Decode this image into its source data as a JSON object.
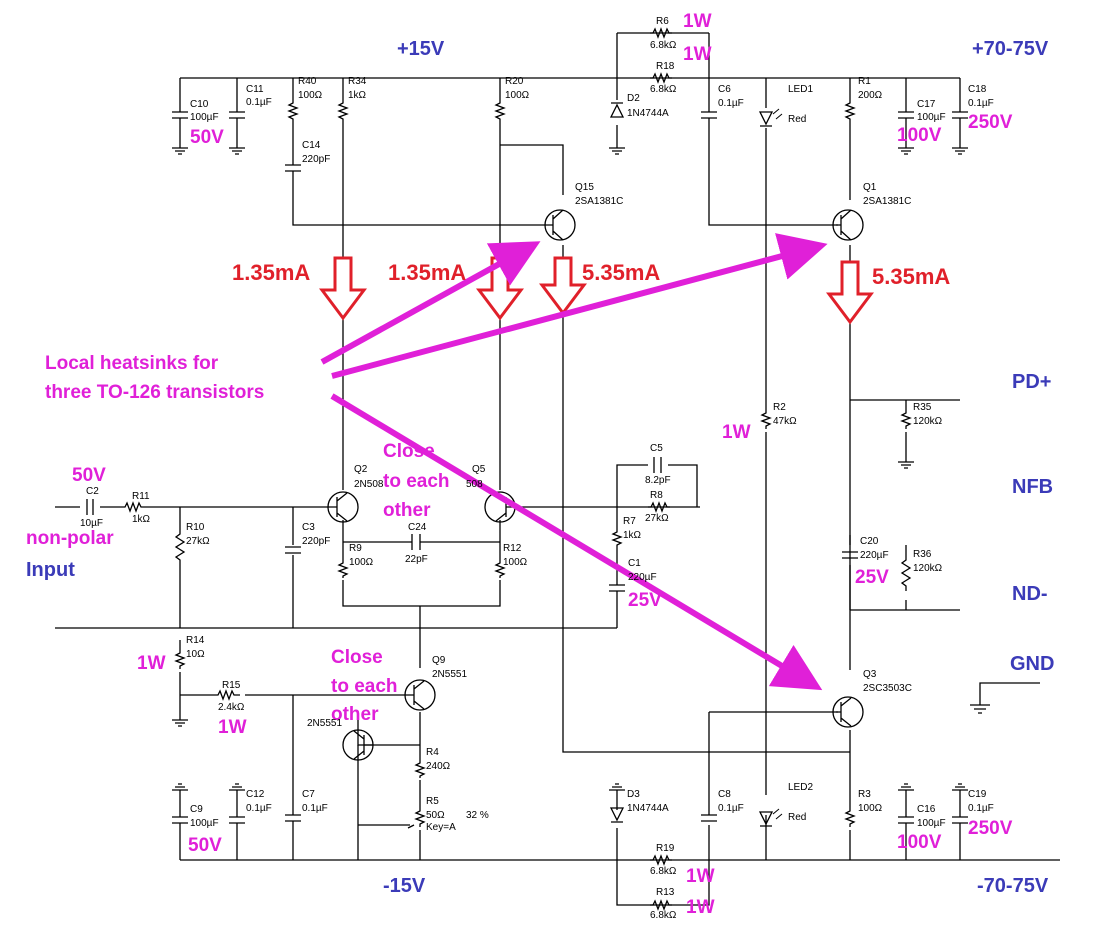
{
  "rails": {
    "pos15": "+15V",
    "neg15": "-15V",
    "pos70": "+70-75V",
    "neg70": "-70-75V",
    "pd": "PD+",
    "nfb": "NFB",
    "nd": "ND-",
    "gnd": "GND",
    "input": "Input"
  },
  "currents": [
    "1.35mA",
    "1.35mA",
    "5.35mA",
    "5.35mA"
  ],
  "notes": {
    "heatsink1": "Local heatsinks for",
    "heatsink2": "three TO-126 transistors",
    "close1a": "Close",
    "close1b": "to each",
    "close1c": "other",
    "close2a": "Close",
    "close2b": "to each",
    "close2c": "other",
    "nonpolar": "non-polar"
  },
  "ratings": {
    "c10": "50V",
    "c9": "50V",
    "c2": "50V",
    "c17": "100V",
    "c18": "250V",
    "c16": "100V",
    "c19": "250V",
    "c20": "25V",
    "c1": "25V",
    "r6": "1W",
    "r18": "1W",
    "r19": "1W",
    "r13": "1W",
    "r2": "1W",
    "r14": "1W",
    "r15": "1W"
  },
  "components": {
    "c10_name": "C10",
    "c10_val": "100µF",
    "c11_name": "C11",
    "c11_val": "0.1µF",
    "r40_name": "R40",
    "r40_val": "100Ω",
    "r34_name": "R34",
    "r34_val": "1kΩ",
    "c14_name": "C14",
    "c14_val": "220pF",
    "r20_name": "R20",
    "r20_val": "100Ω",
    "r6_name": "R6",
    "r6_val": "6.8kΩ",
    "r18_name": "R18",
    "r18_val": "6.8kΩ",
    "d2_name": "D2",
    "d2_val": "1N4744A",
    "c6_name": "C6",
    "c6_val": "0.1µF",
    "led1_name": "LED1",
    "led1_val": "Red",
    "r1_name": "R1",
    "r1_val": "200Ω",
    "c17_name": "C17",
    "c17_val": "100µF",
    "c18_name": "C18",
    "c18_val": "0.1µF",
    "q15_name": "Q15",
    "q15_val": "2SA1381C",
    "q1_name": "Q1",
    "q1_val": "2SA1381C",
    "q2_name": "Q2",
    "q2_val": "2N508",
    "q5_name": "Q5",
    "q5_val": "508",
    "c2_name": "C2",
    "c2_val": "10µF",
    "r11_name": "R11",
    "r11_val": "1kΩ",
    "r10_name": "R10",
    "r10_val": "27kΩ",
    "c3_name": "C3",
    "c3_val": "220pF",
    "r9_name": "R9",
    "r9_val": "100Ω",
    "c24_name": "C24",
    "c24_val": "22pF",
    "r12_name": "R12",
    "r12_val": "100Ω",
    "c5_name": "C5",
    "c5_val": "8.2pF",
    "r8_name": "R8",
    "r8_val": "27kΩ",
    "r7_name": "R7",
    "r7_val": "1kΩ",
    "c1_name": "C1",
    "c1_val": "220µF",
    "r2_name": "R2",
    "r2_val": "47kΩ",
    "r35_name": "R35",
    "r35_val": "120kΩ",
    "c20_name": "C20",
    "c20_val": "220µF",
    "r36_name": "R36",
    "r36_val": "120kΩ",
    "r14_name": "R14",
    "r14_val": "10Ω",
    "r15_name": "R15",
    "r15_val": "2.4kΩ",
    "q9_name": "Q9",
    "q9_val": "2N5551",
    "q10_val": "2N5551",
    "r4_name": "R4",
    "r4_val": "240Ω",
    "r5_name": "R5",
    "r5_val": "50Ω",
    "r5_key": "Key=A",
    "r5_pct": "32 %",
    "q3_name": "Q3",
    "q3_val": "2SC3503C",
    "c9_name": "C9",
    "c9_val": "100µF",
    "c12_name": "C12",
    "c12_val": "0.1µF",
    "c7_name": "C7",
    "c7_val": "0.1µF",
    "d3_name": "D3",
    "d3_val": "1N4744A",
    "c8_name": "C8",
    "c8_val": "0.1µF",
    "led2_name": "LED2",
    "led2_val": "Red",
    "r3_name": "R3",
    "r3_val": "100Ω",
    "c16_name": "C16",
    "c16_val": "100µF",
    "c19_name": "C19",
    "c19_val": "0.1µF",
    "r19_name": "R19",
    "r19_val": "6.8kΩ",
    "r13_name": "R13",
    "r13_val": "6.8kΩ"
  },
  "colors": {
    "rail": "#3b3bb8",
    "current": "#e0202a",
    "annotation": "#e020d8"
  }
}
